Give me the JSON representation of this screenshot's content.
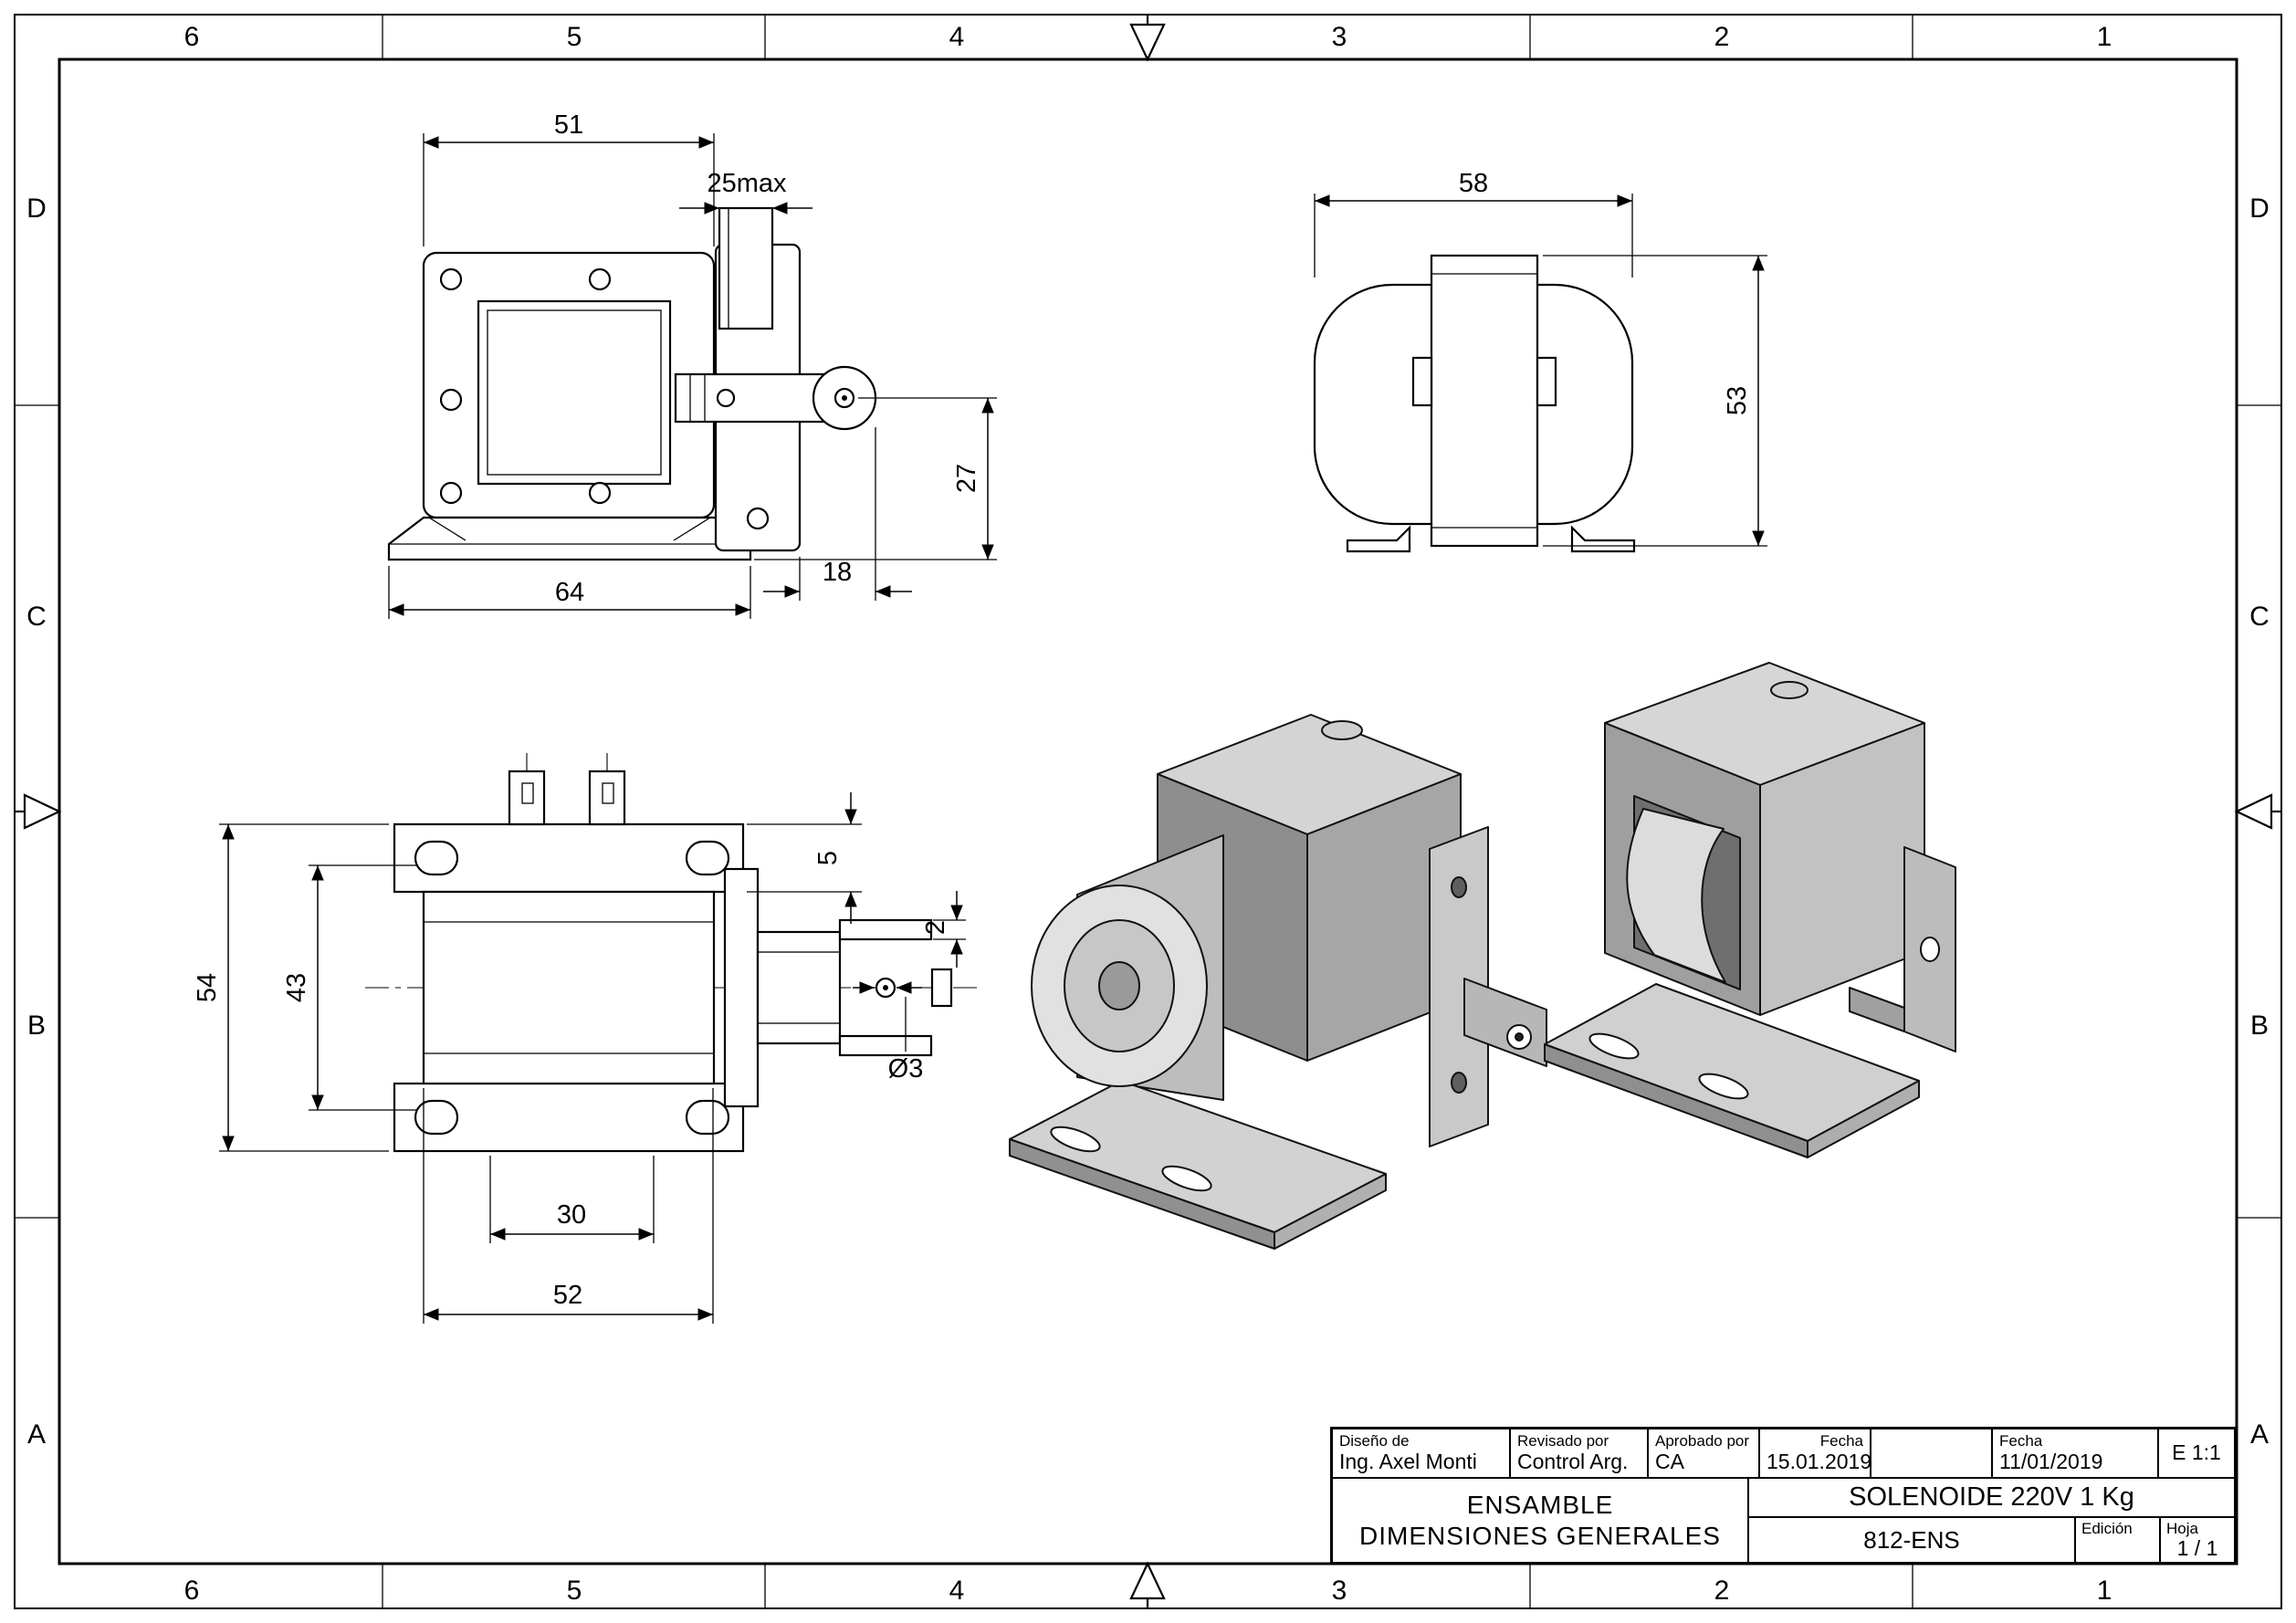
{
  "sheet": {
    "grid_columns": [
      "6",
      "5",
      "4",
      "3",
      "2",
      "1"
    ],
    "grid_rows": [
      "D",
      "C",
      "B",
      "A"
    ]
  },
  "dimensions": {
    "front": {
      "body_width": "51",
      "plunger_travel": "25max",
      "pin_height": "27",
      "stroke": "18",
      "base_width": "64"
    },
    "side": {
      "width": "58",
      "height": "53"
    },
    "top": {
      "outer_height": "54",
      "inner_height": "43",
      "flange_width": "5",
      "plate_thickness": "2",
      "pin_diameter": "Ø3",
      "hole_spacing": "30",
      "body_width": "52"
    }
  },
  "title_block": {
    "designed_label": "Diseño de",
    "designed_value": "Ing. Axel Monti",
    "reviewed_label": "Revisado por",
    "reviewed_value": "Control Arg.",
    "approved_label": "Aprobado por",
    "approved_value": "CA",
    "date1_label": "Fecha",
    "date1_value": "15.01.2019",
    "date2_label": "Fecha",
    "date2_value": "11/01/2019",
    "scale": "E 1:1",
    "assembly_line1": "ENSAMBLE",
    "assembly_line2": "DIMENSIONES  GENERALES",
    "part_title": "SOLENOIDE 220V 1 Kg",
    "part_number": "812-ENS",
    "edition_label": "Edición",
    "sheet_label": "Hoja",
    "sheet_value": "1 / 1"
  }
}
